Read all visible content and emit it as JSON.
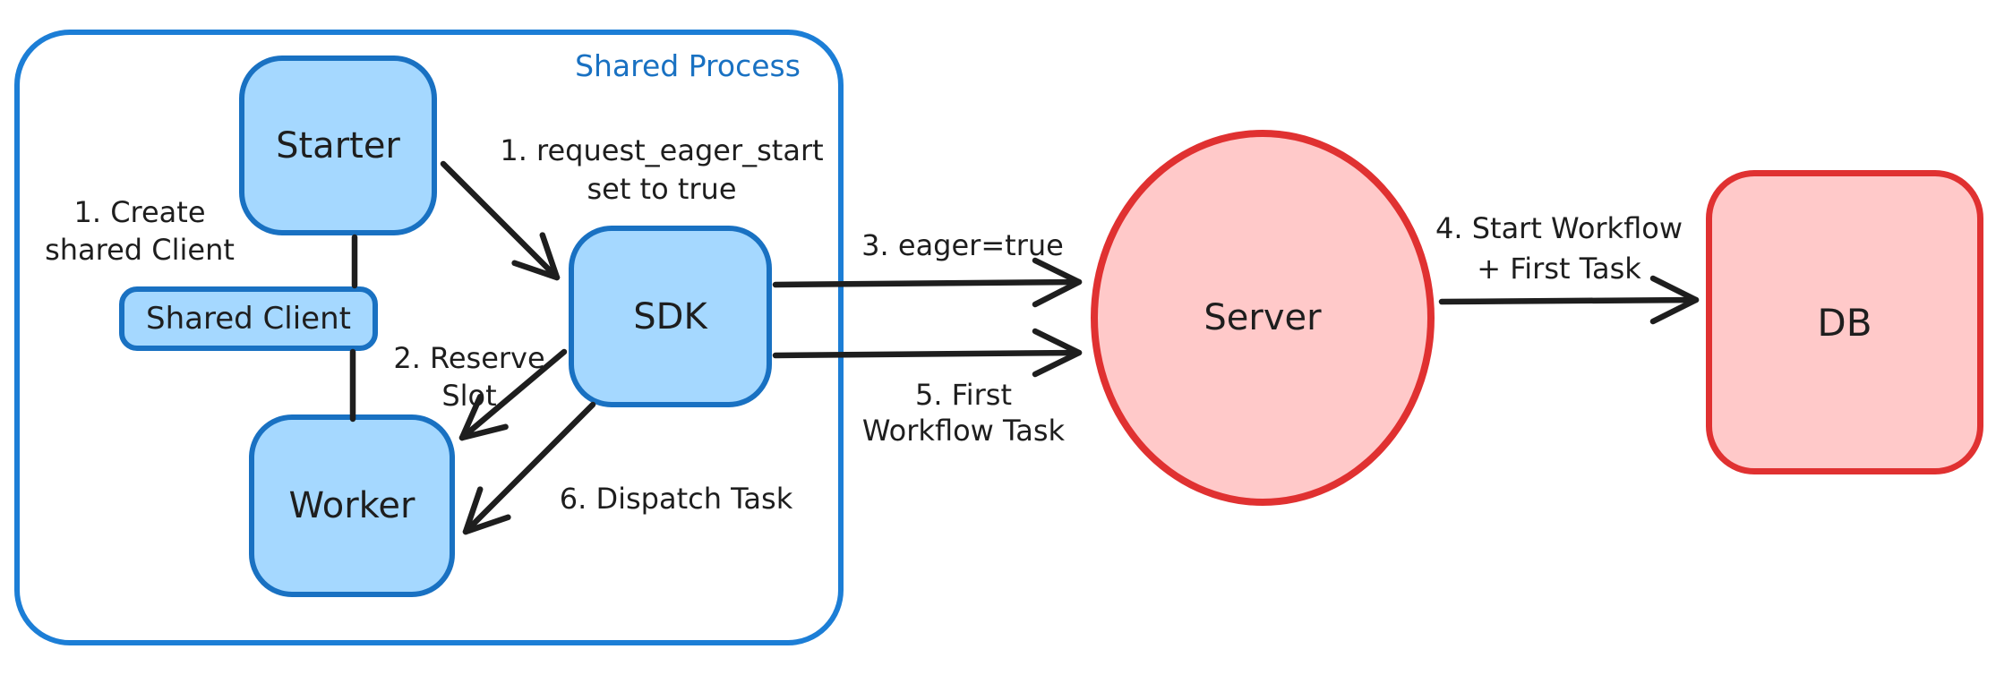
{
  "diagram": {
    "frame": {
      "label": "Shared Process"
    },
    "nodes": {
      "starter": {
        "label": "Starter"
      },
      "shared_client": {
        "label": "Shared Client"
      },
      "worker": {
        "label": "Worker"
      },
      "sdk": {
        "label": "SDK"
      },
      "server": {
        "label": "Server"
      },
      "db": {
        "label": "DB"
      }
    },
    "annotations": {
      "create_shared_client": {
        "line1": "1. Create",
        "line2": "shared Client"
      },
      "request_eager_start": {
        "line1": "1. request_eager_start",
        "line2": "set to true"
      },
      "reserve_slot": {
        "line1": "2. Reserve",
        "line2": "Slot"
      },
      "eager_true": {
        "text": "3. eager=true"
      },
      "start_workflow": {
        "line1": "4. Start Workflow",
        "line2": "+ First Task"
      },
      "first_workflow_task": {
        "line1": "5. First",
        "line2": "Workflow Task"
      },
      "dispatch_task": {
        "text": "6. Dispatch Task"
      }
    },
    "colors": {
      "frame_stroke": "#1c7ed6",
      "node_stroke": "#1971c2",
      "node_fill": "#a5d8ff",
      "server_stroke": "#e03131",
      "server_fill": "#ffc9c9",
      "text": "#1e1e1e",
      "frame_label": "#1971c2"
    }
  }
}
